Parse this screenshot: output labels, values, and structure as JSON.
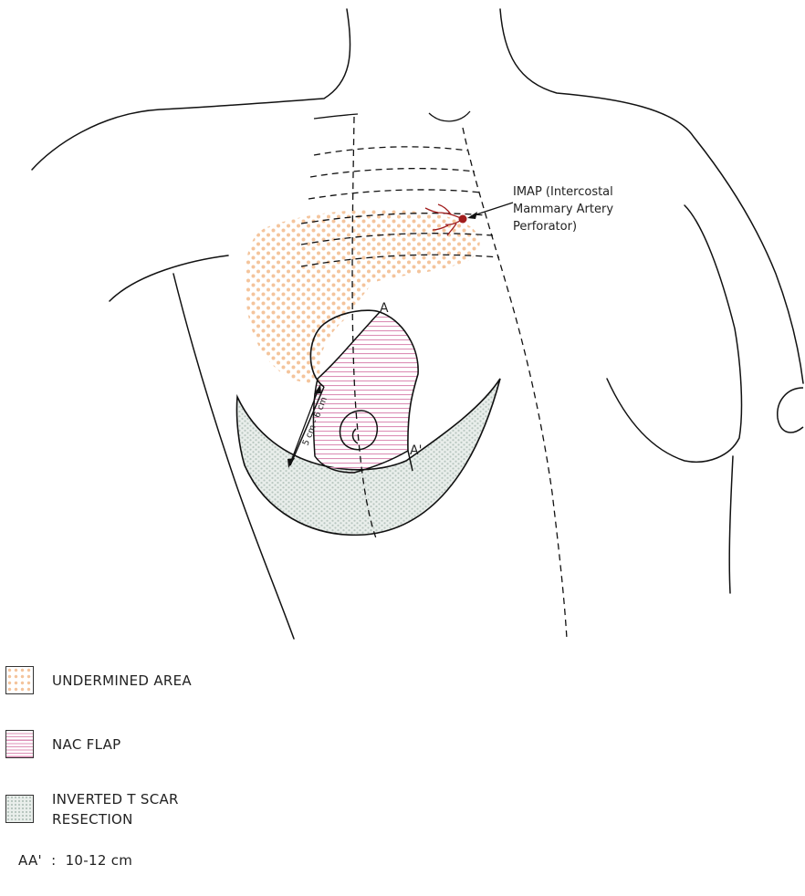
{
  "diagram": {
    "labels": {
      "imap_line1": "IMAP (Intercostal",
      "imap_line2": "Mammary Artery",
      "imap_line3": "Perforator)",
      "point_a": "A",
      "point_a_prime": "A'",
      "distance": "5 cm - 6 cm"
    }
  },
  "legend": {
    "items": [
      {
        "lines": [
          "UNDERMINED AREA"
        ]
      },
      {
        "lines": [
          "NAC FLAP"
        ]
      },
      {
        "lines": [
          "INVERTED T SCAR",
          "RESECTION"
        ]
      }
    ],
    "measurement": "AA'  :  10-12 cm"
  },
  "colors": {
    "undermined_dots": "#f4c49c",
    "nac_hatch": "#dc8fb6",
    "scar_fill": "#e9eeeb",
    "scar_dots": "#b3c2ba",
    "imap_vessel": "#a11d1d",
    "outline": "#111111"
  }
}
